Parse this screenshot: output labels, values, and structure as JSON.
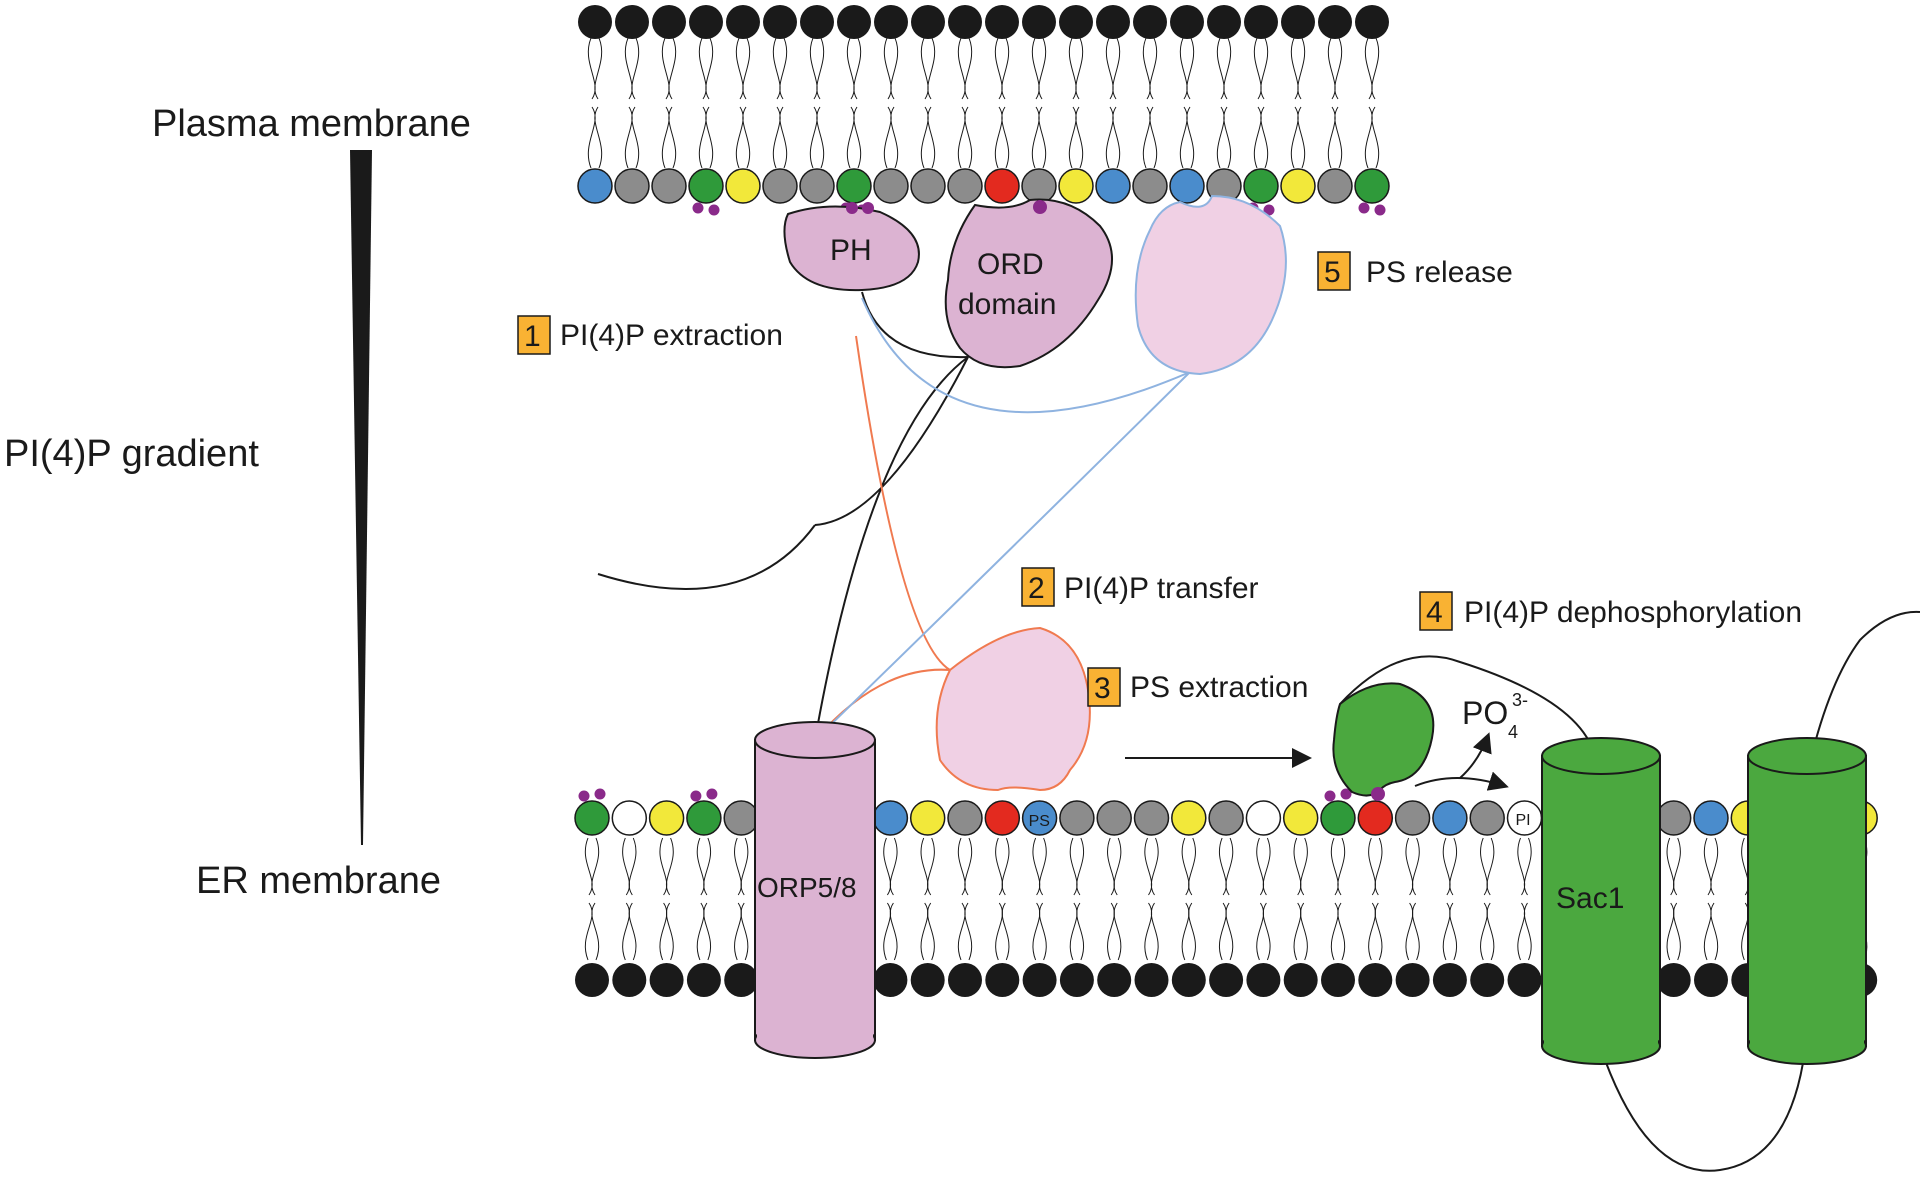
{
  "labels": {
    "plasma_membrane": "Plasma membrane",
    "er_membrane": "ER membrane",
    "gradient": "PI(4)P gradient",
    "ph": "PH",
    "ord_line1": "ORD",
    "ord_line2": "domain",
    "orp": "ORP5/8",
    "sac1": "Sac1",
    "ps_lipid": "PS",
    "pi_lipid": "PI",
    "po4_main": "PO",
    "po4_sub": "4",
    "po4_sup": "3-"
  },
  "steps": [
    {
      "num": "1",
      "text": "PI(4)P extraction"
    },
    {
      "num": "2",
      "text": "PI(4)P transfer"
    },
    {
      "num": "3",
      "text": "PS extraction"
    },
    {
      "num": "4",
      "text": "PI(4)P dephosphorylation"
    },
    {
      "num": "5",
      "text": "PS release"
    }
  ],
  "colors": {
    "step_box": "#f9b233",
    "orp_protein": "#dcb3d2",
    "orp_protein_light": "#f0d0e4",
    "sac1": "#4ba83f",
    "line_orange": "#f07a50",
    "line_blue": "#8fb3e0",
    "pi4p": "#e32a1f",
    "pi4p_phosphate": "#8a2a8a",
    "ps": "#4a8ccc",
    "pc": "#8c8c8c",
    "pe": "#f2e83a",
    "pip2": "#2f9a3a",
    "pi": "#ffffff"
  },
  "pm_headgroups": [
    "PS",
    "PC",
    "PC",
    "PIP2",
    "PE",
    "PC",
    "PC",
    "PIP2",
    "PC",
    "PC",
    "PC",
    "PI4P",
    "PC",
    "PE",
    "PS",
    "PC",
    "PS",
    "PC",
    "PIP2",
    "PE",
    "PC",
    "PIP2"
  ],
  "er_headgroups": [
    "PIP2",
    "PI",
    "PE",
    "PIP2",
    "PC",
    "ORP",
    "ORP",
    "ORP",
    "PS",
    "PE",
    "PC",
    "PI4P",
    "PS",
    "PC",
    "PC",
    "PC",
    "PE",
    "PC",
    "PI",
    "PE",
    "PIP2",
    "PI4P",
    "PC",
    "PS",
    "PC",
    "PI",
    "SAC",
    "SAC",
    "SAC",
    "PC",
    "PS",
    "PE",
    "SAC",
    "SAC",
    "PE"
  ]
}
